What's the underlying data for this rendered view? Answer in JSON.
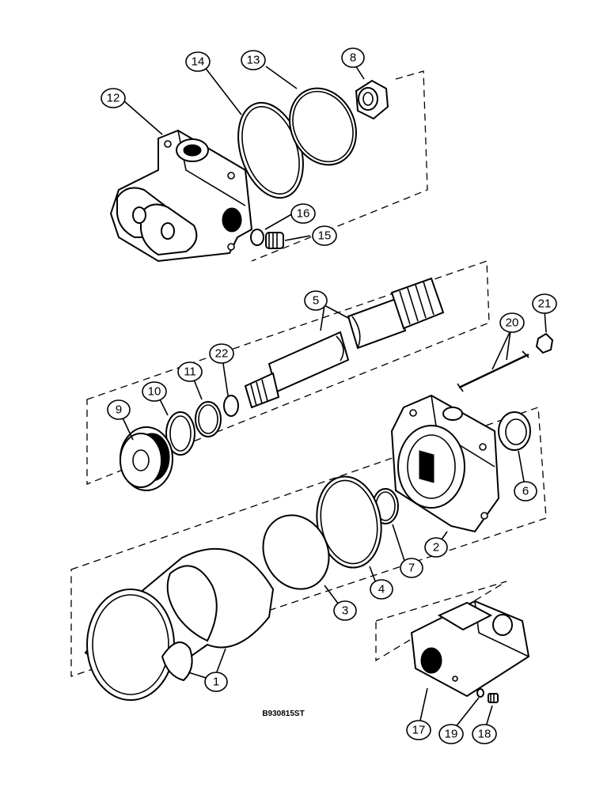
{
  "callouts": [
    {
      "id": "1",
      "text": "1"
    },
    {
      "id": "2",
      "text": "2"
    },
    {
      "id": "3",
      "text": "3"
    },
    {
      "id": "4",
      "text": "4"
    },
    {
      "id": "5",
      "text": "5"
    },
    {
      "id": "6",
      "text": "6"
    },
    {
      "id": "7",
      "text": "7"
    },
    {
      "id": "8",
      "text": "8"
    },
    {
      "id": "9",
      "text": "9"
    },
    {
      "id": "10",
      "text": "10"
    },
    {
      "id": "11",
      "text": "11"
    },
    {
      "id": "12",
      "text": "12"
    },
    {
      "id": "13",
      "text": "13"
    },
    {
      "id": "14",
      "text": "14"
    },
    {
      "id": "15",
      "text": "15"
    },
    {
      "id": "16",
      "text": "16"
    },
    {
      "id": "17",
      "text": "17"
    },
    {
      "id": "18",
      "text": "18"
    },
    {
      "id": "19",
      "text": "19"
    },
    {
      "id": "20",
      "text": "20"
    },
    {
      "id": "21",
      "text": "21"
    },
    {
      "id": "22",
      "text": "22"
    }
  ],
  "reference": "B930815ST"
}
